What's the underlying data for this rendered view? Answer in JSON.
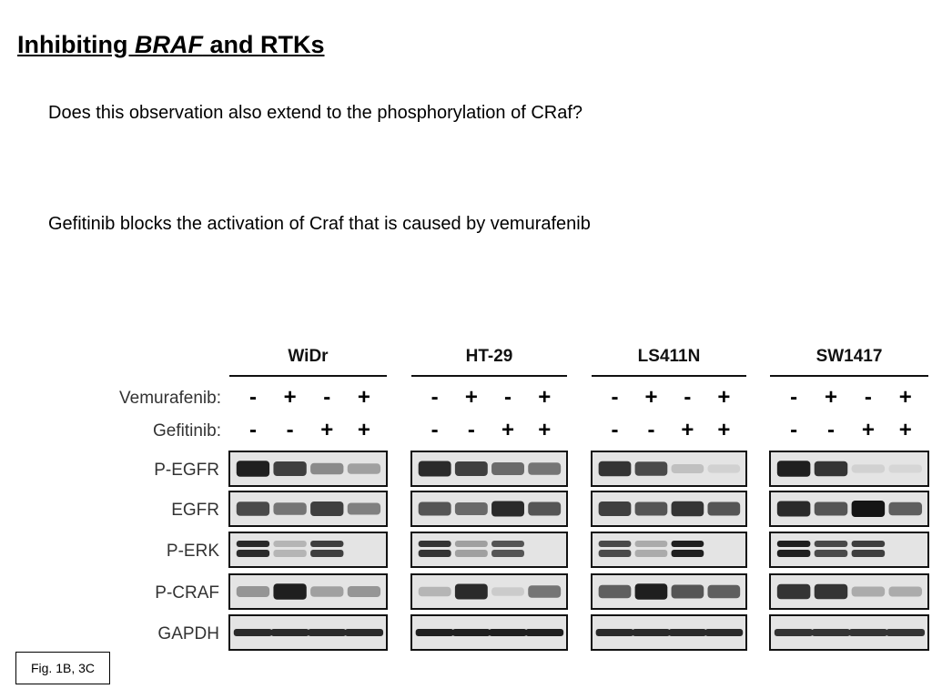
{
  "slide": {
    "title_part1": "Inhibiting ",
    "title_italic": "BRAF",
    "title_part2": " and RTKs",
    "question": "Does this observation also extend to the phosphorylation of CRaf?",
    "statement": "Gefitinib blocks the activation of Craf that is caused by vemurafenib",
    "caption": "Fig. 1B, 3C"
  },
  "blot": {
    "cell_lines": [
      "WiDr",
      "HT-29",
      "LS411N",
      "SW1417"
    ],
    "treatment_rows": [
      {
        "label": "Vemurafenib:",
        "signs": [
          "-",
          "+",
          "-",
          "+"
        ]
      },
      {
        "label": "Gefitinib:",
        "signs": [
          "-",
          "-",
          "+",
          "+"
        ]
      }
    ],
    "proteins": [
      "P-EGFR",
      "EGFR",
      "P-ERK",
      "P-CRAF",
      "GAPDH"
    ],
    "band_intensity_note_values": {
      "WiDr": {
        "P-EGFR": [
          0.95,
          0.8,
          0.45,
          0.35
        ],
        "EGFR": [
          0.75,
          0.55,
          0.8,
          0.5
        ],
        "P-ERK": [
          0.9,
          0.25,
          0.8,
          0.0
        ],
        "P-CRAF": [
          0.4,
          0.95,
          0.35,
          0.4
        ],
        "GAPDH": [
          0.9,
          0.9,
          0.9,
          0.9
        ]
      },
      "HT-29": {
        "P-EGFR": [
          0.9,
          0.8,
          0.6,
          0.55
        ],
        "EGFR": [
          0.7,
          0.6,
          0.9,
          0.7
        ],
        "P-ERK": [
          0.85,
          0.35,
          0.7,
          0.0
        ],
        "P-CRAF": [
          0.25,
          0.9,
          0.15,
          0.55
        ],
        "GAPDH": [
          0.95,
          0.95,
          0.95,
          0.95
        ]
      },
      "LS411N": {
        "P-EGFR": [
          0.85,
          0.75,
          0.2,
          0.12
        ],
        "EGFR": [
          0.8,
          0.7,
          0.85,
          0.7
        ],
        "P-ERK": [
          0.75,
          0.3,
          0.95,
          0.0
        ],
        "P-CRAF": [
          0.65,
          0.95,
          0.7,
          0.65
        ],
        "GAPDH": [
          0.9,
          0.9,
          0.9,
          0.9
        ]
      },
      "SW1417": {
        "P-EGFR": [
          0.95,
          0.85,
          0.12,
          0.1
        ],
        "EGFR": [
          0.9,
          0.7,
          1.0,
          0.65
        ],
        "P-ERK": [
          0.95,
          0.75,
          0.8,
          0.0
        ],
        "P-CRAF": [
          0.85,
          0.85,
          0.3,
          0.3
        ],
        "GAPDH": [
          0.85,
          0.85,
          0.85,
          0.85
        ]
      }
    }
  }
}
